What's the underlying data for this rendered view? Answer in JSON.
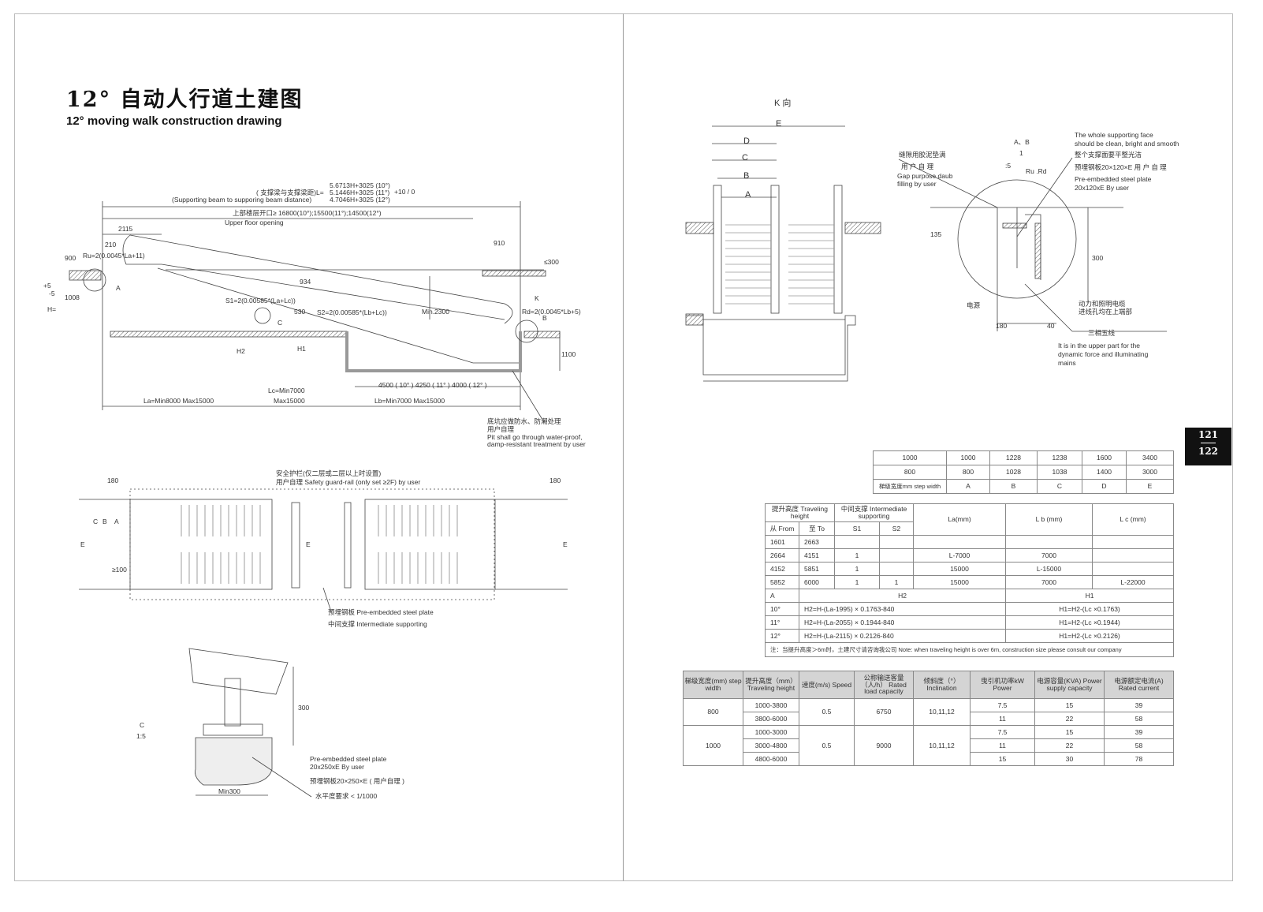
{
  "left_page": {
    "title_cn": "12° 自动人行道土建图",
    "title_en": "12° moving walk construction drawing",
    "elevation": {
      "beam_label_cn": "( 支撑梁与支撑梁距)L=",
      "beam_label_en": "(Supporting beam to supporing beam distance)",
      "beam_formulas": [
        "5.6713H+3025 (10°)",
        "5.1446H+3025 (11°)",
        "4.7046H+3025 (12°)"
      ],
      "tolerance": "+10 / 0",
      "opening_cn": "上部楼层开口≥ 16800(10°);15500(11°);14500(12°)",
      "opening_en": "Upper floor opening",
      "dims": [
        "2115",
        "210",
        "900",
        "1008",
        "934",
        "530",
        "910",
        "≤300",
        "Min.2300",
        "1100",
        "H=",
        "+5",
        "-5",
        "H2",
        "H1"
      ],
      "ru": "Ru=2(0.0045*La+11)",
      "rd": "Rd=2(0.0045*Lb+5)",
      "s1": "S1=2(0.00585*(La+Lc))",
      "s2": "S2=2(0.00585*(Lb+Lc))",
      "labels": [
        "A",
        "B",
        "C",
        "K"
      ],
      "pit_len": "4500 ( 10° )   4250 ( 11° )  4000 ( 12° )",
      "la": "La=Min8000  Max15000",
      "lc1": "Lc=Min7000",
      "lc2": "Max15000",
      "lb": "Lb=Min7000  Max15000",
      "pit_note": [
        "底坑应做防水、防潮处理",
        "用户自理",
        "Pit shall go through water-proof,",
        "damp-resistant treatment by user"
      ]
    },
    "plan": {
      "guard_cn": "安全护栏(仅二层或二层以上时设置)",
      "guard_en": "用户自理  Safety guard-rail (only set ≥2F) by user",
      "dims": [
        "180",
        "180",
        "C",
        "B",
        "A",
        "E",
        "≥100",
        "E",
        "E"
      ],
      "plate": "预埋钢板 Pre-embedded steel plate",
      "support": "中间支撑  Intermediate supporting"
    },
    "detail_c": {
      "label": "C",
      "scale": "1:5",
      "dim300": "300",
      "min300": "Min300",
      "plate_en": [
        "Pre-embedded steel plate",
        "20x250xE By user"
      ],
      "plate_cn": "预埋钢板20×250×E ( 用户自理 )",
      "level": "水平度要求 < 1/1000"
    }
  },
  "right_page": {
    "k_view": {
      "title": "K 向",
      "dims": [
        "E",
        "D",
        "C",
        "B",
        "A"
      ]
    },
    "detail_ab": {
      "label": "A、B",
      "scale_num": "1",
      "scale": ":5",
      "ru_rd": "Ru  .Rd",
      "gap_cn": "缝隙用胶泥垫满",
      "gap_cn2": "用 户 自 理",
      "gap_en": [
        "Gap purpose daub",
        "filling by user"
      ],
      "face_en": [
        "The whole supporting face",
        "should be clean, bright and smooth"
      ],
      "face_cn": "整个支撑面要平整光洁",
      "plate_cn": "预埋钢板20×120×E  用 户 自 理",
      "plate_en": [
        "Pre-embedded steel plate",
        "20x120xE By user"
      ],
      "dims": [
        "135",
        "300",
        "180",
        "40"
      ],
      "power": "电源",
      "cable_cn": [
        "动力和照明电缆",
        "进线孔均在上端部"
      ],
      "three_phase": "三相五线",
      "cable_en": [
        "It is in the upper part for the",
        "dynamic force and illuminating",
        "mains"
      ]
    },
    "step_table": {
      "rows": [
        [
          "1000",
          "1000",
          "1228",
          "1238",
          "1600",
          "3400"
        ],
        [
          "800",
          "800",
          "1028",
          "1038",
          "1400",
          "3000"
        ]
      ],
      "header": [
        "梯级宽度mm step width",
        "A",
        "B",
        "C",
        "D",
        "E"
      ]
    },
    "support_table": {
      "h_travel": "提升高度 Traveling height",
      "h_inter": "中间支撑 Intermediate supporting",
      "h_la": "La(mm)",
      "h_lb": "L b (mm)",
      "h_lc": "L c (mm)",
      "h_from": "从 From",
      "h_to": "至 To",
      "h_s1": "S1",
      "h_s2": "S2",
      "rows": [
        [
          "1601",
          "2663",
          "",
          "",
          "",
          "",
          ""
        ],
        [
          "2664",
          "4151",
          "1",
          "",
          "L-7000",
          "7000",
          ""
        ],
        [
          "4152",
          "5851",
          "1",
          "",
          "15000",
          "L-15000",
          ""
        ],
        [
          "5852",
          "6000",
          "1",
          "1",
          "15000",
          "7000",
          "L-22000"
        ]
      ],
      "f_header": [
        "A",
        "H2",
        "H1"
      ],
      "formulas": [
        [
          "10°",
          "H2=H-(La-1995)    ×  0.1763-840",
          "H1=H2-(Lc  ×0.1763)"
        ],
        [
          "11°",
          "H2=H-(La-2055)    ×  0.1944-840",
          "H1=H2-(Lc  ×0.1944)"
        ],
        [
          "12°",
          "H2=H-(La-2115)    ×  0.2126-840",
          "H1=H2-(Lc  ×0.2126)"
        ]
      ],
      "note": "注：当提升高度＞6m时，土建尺寸请咨询我公司  Note: when traveling height is over 6m, construction size please consult our company"
    },
    "spec_table": {
      "header": [
        "梯级宽度(mm) step width",
        "提升高度（mm） Traveling height",
        "速度(m/s) Speed",
        "公称输送客量 （人/h） Rated load capacity",
        "倾斜度（°） Inclination",
        "曳引机功率kW Power",
        "电源容量(KVA) Power supply capacity",
        "电源额定电流(A) Rated current"
      ],
      "groups": [
        {
          "width": "800",
          "speed": "0.5",
          "capacity": "6750",
          "incl": "10,11,12",
          "rows": [
            [
              "1000-3800",
              "7.5",
              "15",
              "39"
            ],
            [
              "3800-6000",
              "11",
              "22",
              "58"
            ]
          ]
        },
        {
          "width": "1000",
          "speed": "0.5",
          "capacity": "9000",
          "incl": "10,11,12",
          "rows": [
            [
              "1000-3000",
              "7.5",
              "15",
              "39"
            ],
            [
              "3000-4800",
              "11",
              "22",
              "58"
            ],
            [
              "4800-6000",
              "15",
              "30",
              "78"
            ]
          ]
        }
      ]
    },
    "page_numbers": [
      "121",
      "122"
    ]
  }
}
